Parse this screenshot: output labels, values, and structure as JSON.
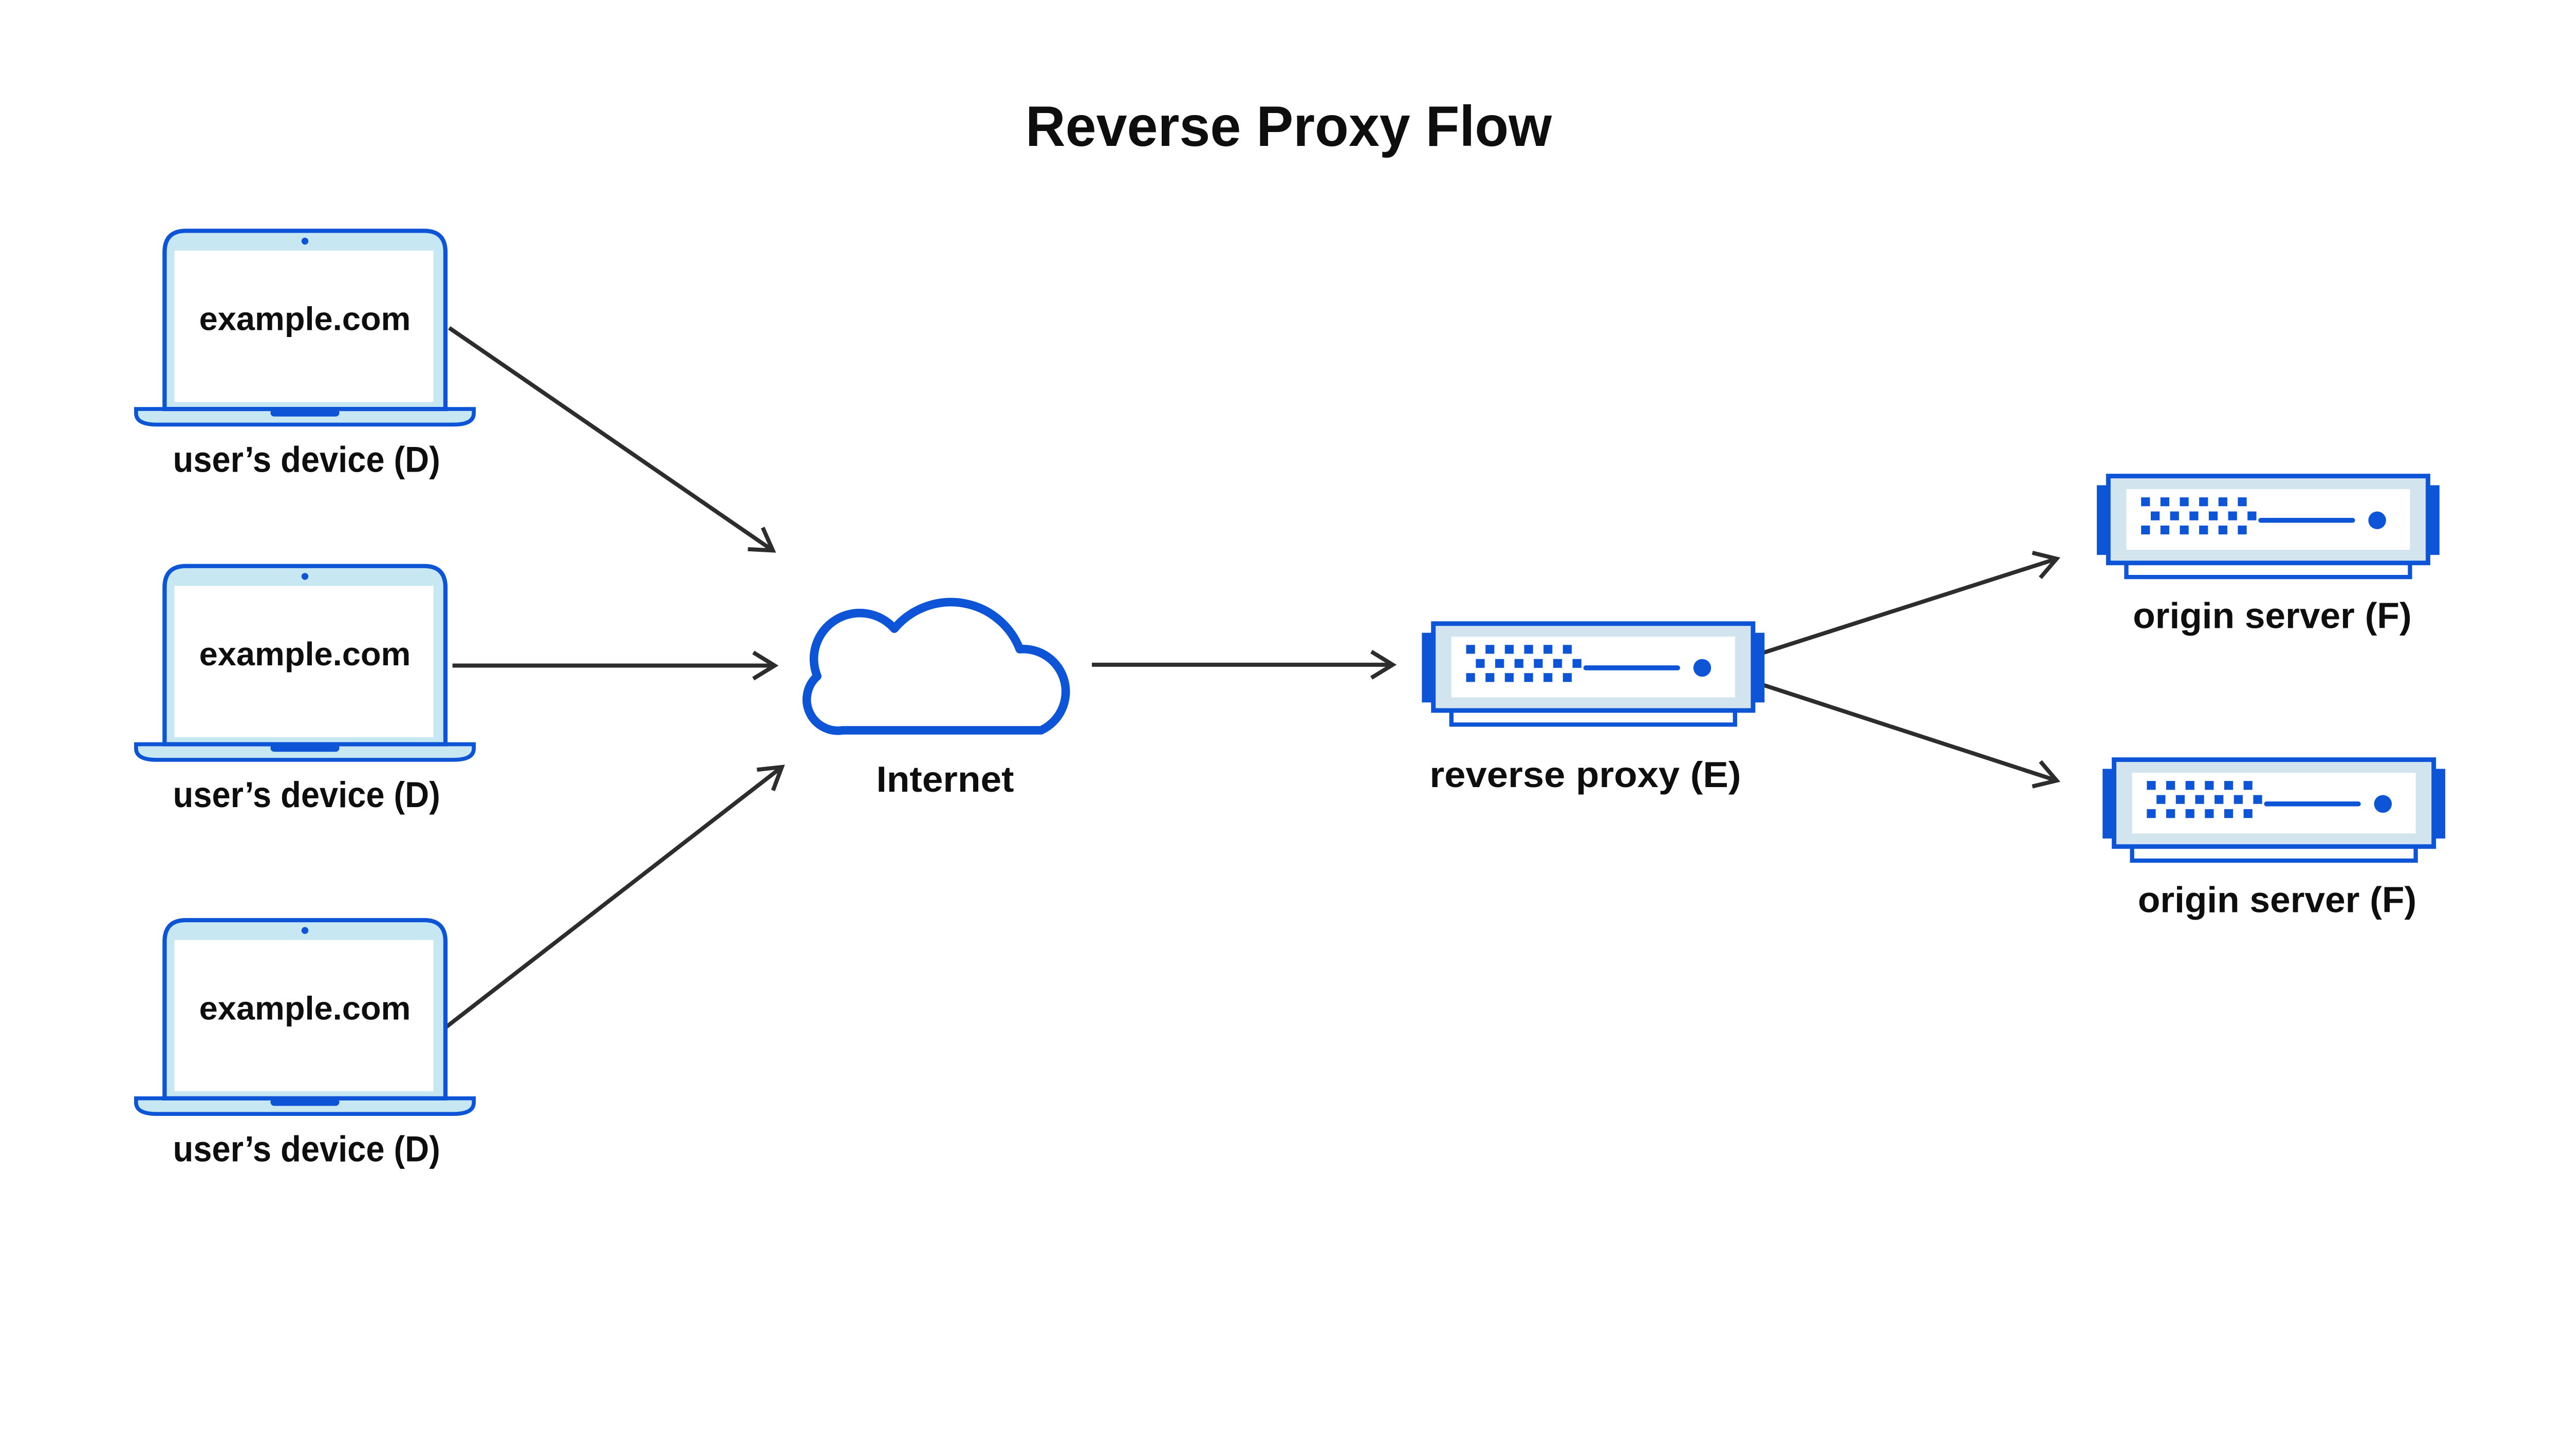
{
  "title": "Reverse Proxy Flow",
  "palette": {
    "blue": "#0d55d6",
    "laptop-fill": "#c7e8f3",
    "server-fill": "#d2e5ee",
    "arrow": "#2d2d2d",
    "text": "#0e0e0e",
    "white": "#ffffff"
  },
  "nodes": {
    "user_devices": [
      {
        "screen_text": "example.com",
        "label": "user’s device (D)"
      },
      {
        "screen_text": "example.com",
        "label": "user’s device (D)"
      },
      {
        "screen_text": "example.com",
        "label": "user’s device (D)"
      }
    ],
    "internet": {
      "label": "Internet"
    },
    "reverse_proxy": {
      "label": "reverse proxy (E)"
    },
    "origin_servers": [
      {
        "label": "origin server (F)"
      },
      {
        "label": "origin server (F)"
      }
    ]
  },
  "connections": [
    {
      "from": "user-device-1",
      "to": "internet"
    },
    {
      "from": "user-device-2",
      "to": "internet"
    },
    {
      "from": "user-device-3",
      "to": "internet"
    },
    {
      "from": "internet",
      "to": "reverse-proxy"
    },
    {
      "from": "reverse-proxy",
      "to": "origin-server-1"
    },
    {
      "from": "reverse-proxy",
      "to": "origin-server-2"
    }
  ],
  "icons": {
    "laptop": "laptop-icon",
    "internet": "cloud-icon",
    "server": "server-icon",
    "arrow": "arrowhead-icon"
  }
}
